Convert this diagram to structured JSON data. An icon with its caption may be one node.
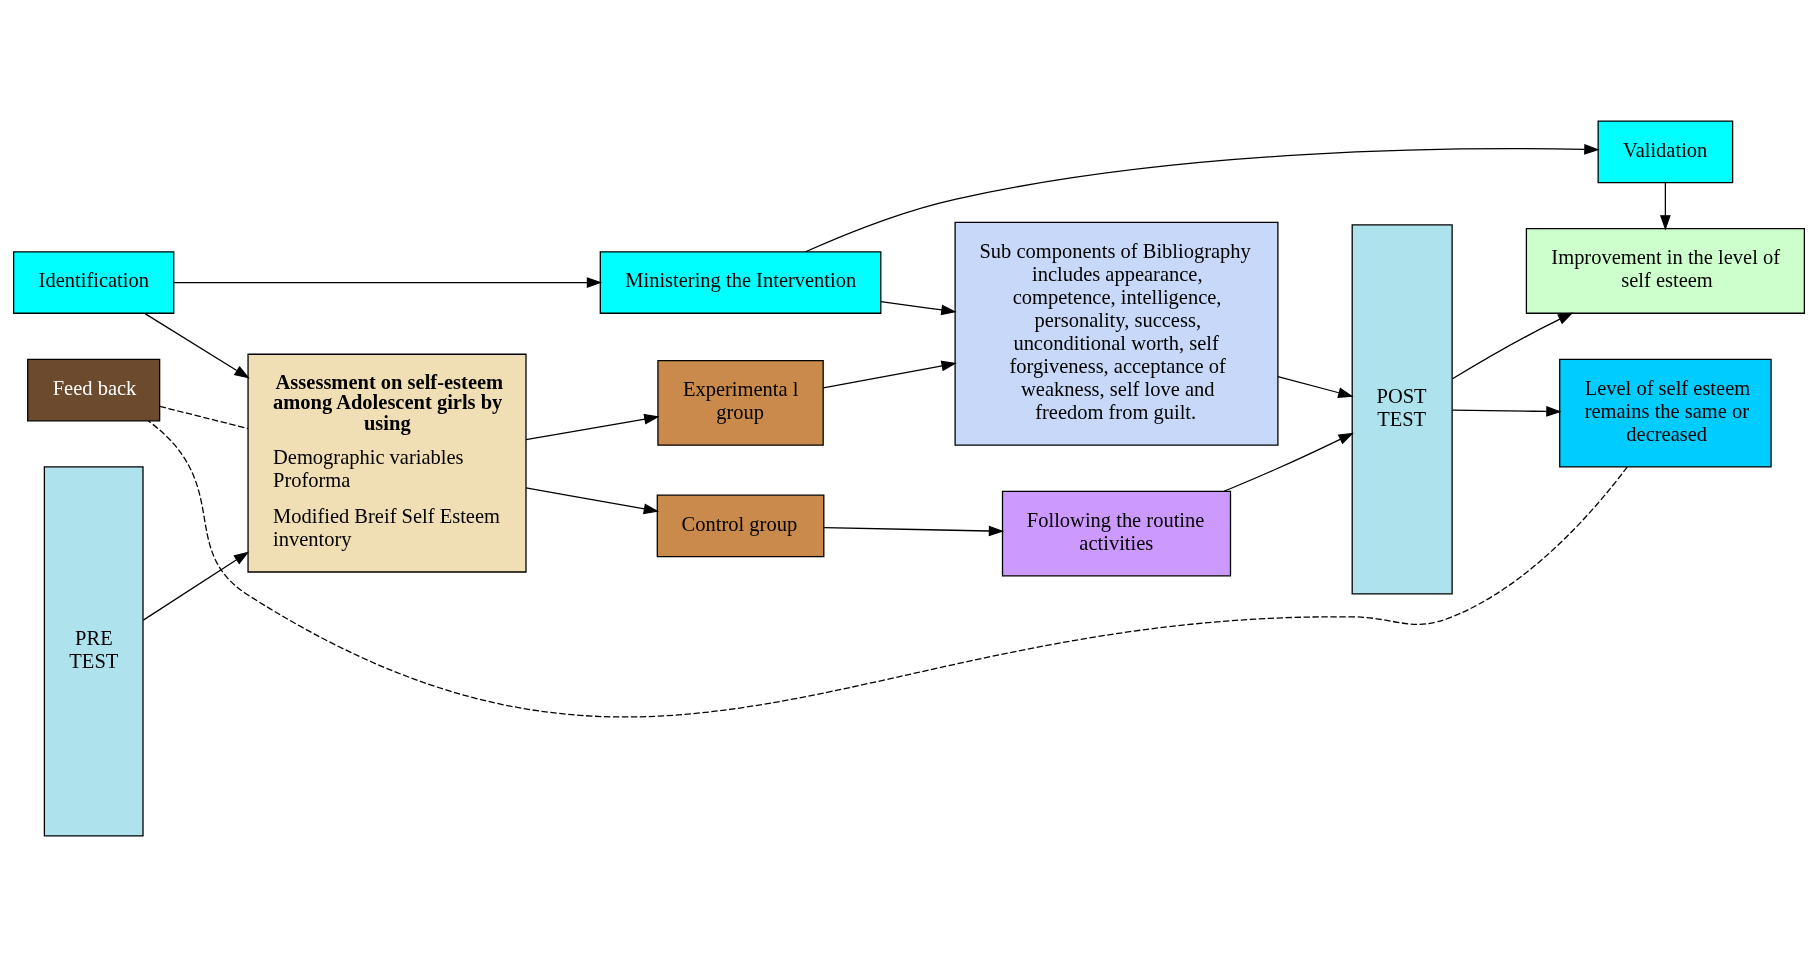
{
  "diagram": {
    "nodes": [
      {
        "text": [
          "Identification"
        ]
      },
      {
        "text": [
          "Ministering the Intervention"
        ]
      },
      {
        "text": [
          "Validation"
        ]
      },
      {
        "text": [
          "PRE TEST"
        ]
      },
      {
        "text": [
          "Experimenta l group"
        ]
      },
      {
        "text": [
          "Sub components of Bibliography includes appearance, competence, intelligence, personality, success, unconditional worth, self forgiveness, acceptance of weakness, self love and freedom from guilt."
        ]
      },
      {
        "text": [
          "POST TEST"
        ]
      },
      {
        "text": [
          "Improvement in the level of self esteem"
        ]
      },
      {
        "text": [
          "Assessment on self-esteem among Adolescent girls by using",
          "Demographic variables Proforma",
          "Modified Breif Self Esteem inventory"
        ]
      },
      {
        "text": [
          "Control group"
        ]
      },
      {
        "text": [
          "Following the routine activities"
        ]
      },
      {
        "text": [
          "Level of self esteem remains the same or decreased"
        ]
      },
      {
        "text": [
          "Feed back"
        ]
      }
    ],
    "edges": [
      {
        "from": 0,
        "to": 1,
        "arrow": "to"
      },
      {
        "from": 1,
        "to": 2,
        "arrow": "to"
      },
      {
        "from": 0,
        "to": 8,
        "arrow": "to"
      },
      {
        "from": 1,
        "to": 5,
        "arrow": "to"
      },
      {
        "from": 2,
        "to": 7,
        "arrow": "to"
      },
      {
        "from": 3,
        "to": 8,
        "arrow": "to"
      },
      {
        "from": 8,
        "to": 4,
        "arrow": "to"
      },
      {
        "from": 4,
        "to": 5,
        "arrow": "to"
      },
      {
        "from": 5,
        "to": 6,
        "arrow": "to"
      },
      {
        "from": 6,
        "to": 7,
        "arrow": "to"
      },
      {
        "from": 8,
        "to": 9,
        "arrow": "to"
      },
      {
        "from": 9,
        "to": 10,
        "arrow": "to"
      },
      {
        "from": 10,
        "to": 6,
        "arrow": "to"
      },
      {
        "from": 6,
        "to": 11,
        "arrow": "to"
      },
      {
        "from": 11,
        "to": 12,
        "arrow": "none",
        "style": "dashed"
      },
      {
        "from": 12,
        "to": 8,
        "arrow": "none",
        "style": "dashed"
      }
    ]
  }
}
